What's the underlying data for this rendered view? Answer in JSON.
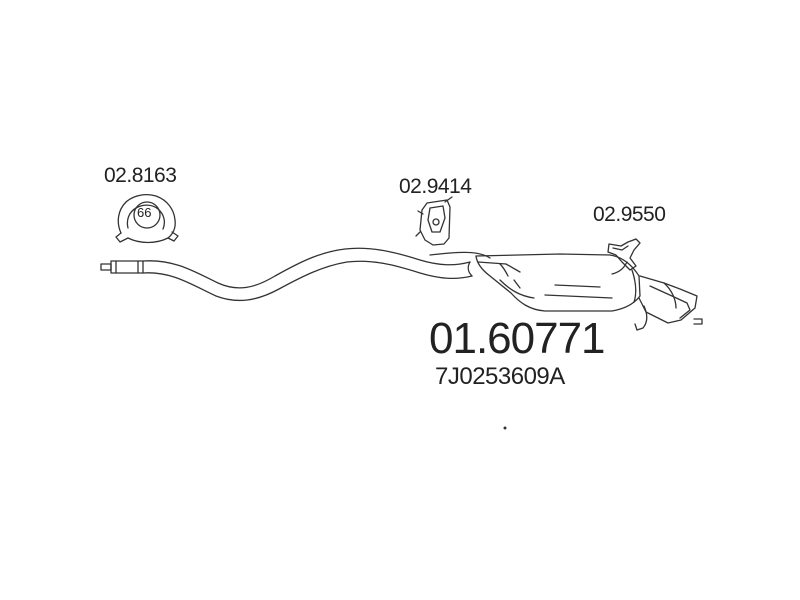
{
  "parts": {
    "clamp": {
      "part_no": "02.8163",
      "diameter": "66"
    },
    "rubber_mount": {
      "part_no": "02.9414"
    },
    "bracket": {
      "part_no": "02.9550"
    }
  },
  "main_part": {
    "part_no": "01.60771",
    "oem_ref": "7J0253609A"
  }
}
